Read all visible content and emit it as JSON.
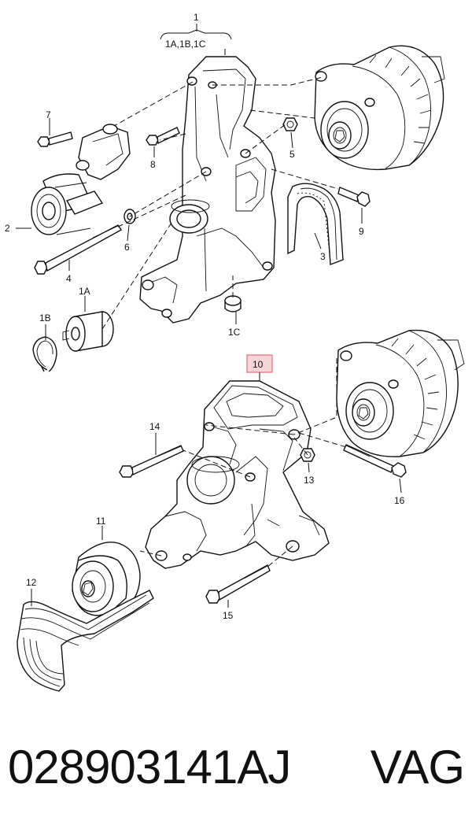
{
  "labels": {
    "l1": "1",
    "l1sub": "1A,1B,1C",
    "l2": "2",
    "l3": "3",
    "l4": "4",
    "l5": "5",
    "l6": "6",
    "l7": "7",
    "l8": "8",
    "l9": "9",
    "l1a": "1A",
    "l1b": "1B",
    "l1c": "1C",
    "l10": "10",
    "l11": "11",
    "l12": "12",
    "l13": "13",
    "l14": "14",
    "l15": "15",
    "l16": "16"
  },
  "highlight_color": "#d9707a",
  "highlight_fill": "#f6d5d8",
  "caption": {
    "part_number": "028903141AJ",
    "brand": "VAG"
  }
}
